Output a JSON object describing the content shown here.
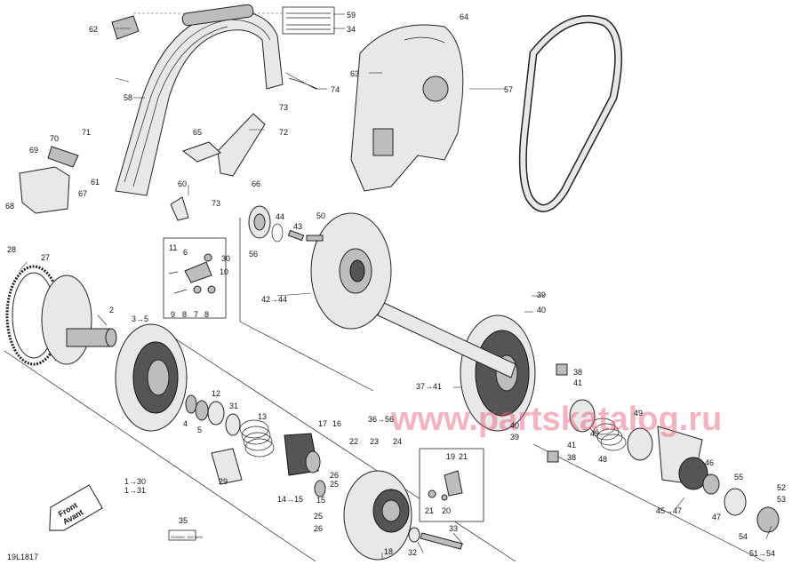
{
  "watermark": "www.partskatalog.ru",
  "figure_code": "19L1817",
  "label_35_decal": "2100000 · 000 0000",
  "callouts": [
    "1→30",
    "1→31",
    "2",
    "3→5",
    "4",
    "5",
    "6",
    "7",
    "8",
    "8",
    "9",
    "10",
    "11",
    "12",
    "13",
    "14→15",
    "15",
    "16",
    "17",
    "18",
    "19",
    "20",
    "21",
    "21",
    "22",
    "23",
    "24",
    "25",
    "25",
    "26",
    "26",
    "27",
    "28",
    "29",
    "30",
    "31",
    "32",
    "33",
    "34",
    "35",
    "36→56",
    "37→41",
    "38",
    "38",
    "39",
    "39",
    "40",
    "40",
    "41",
    "41",
    "42→44",
    "44",
    "43",
    "45→47",
    "46",
    "47",
    "48",
    "49",
    "49",
    "50",
    "51→54",
    "52",
    "53",
    "54",
    "55",
    "56",
    "57",
    "58",
    "59",
    "60",
    "61",
    "62",
    "63",
    "64",
    "65",
    "66",
    "67",
    "68",
    "69",
    "70",
    "71",
    "72",
    "73",
    "73",
    "74"
  ],
  "direction_sign": [
    "Front",
    "Avant"
  ]
}
